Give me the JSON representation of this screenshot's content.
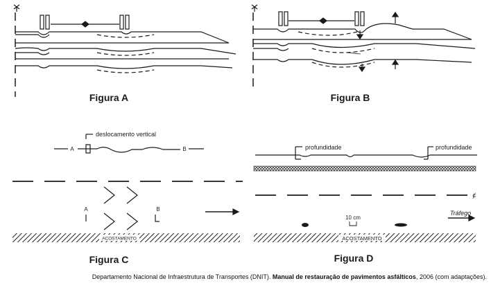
{
  "figures": {
    "a": {
      "caption": "Figura A"
    },
    "b": {
      "caption": "Figura B"
    },
    "c": {
      "caption": "Figura C",
      "label_vertical_displacement": "deslocamento vertical",
      "point_a": "A",
      "point_b": "B",
      "section_a": "A",
      "section_b": "B",
      "shoulder_label": "ACOSTAMENTO"
    },
    "d": {
      "caption": "Figura D",
      "depth_label_left": "profundidade",
      "depth_label_right": "profundidade",
      "centerline_symbol": "ȼ",
      "scale_label": "10 cm",
      "traffic_label": "Tráfego",
      "shoulder_label": "ACOSTAMENTO"
    }
  },
  "footer": {
    "source_prefix": "Departamento Nacional de Infraestrutura de Transportes (DNIT). ",
    "source_title": "Manual de restauração de pavimentos asfálticos",
    "source_suffix": ", 2006 (com adaptações)."
  },
  "colors": {
    "ink": "#1a1a1a",
    "background": "#ffffff"
  }
}
